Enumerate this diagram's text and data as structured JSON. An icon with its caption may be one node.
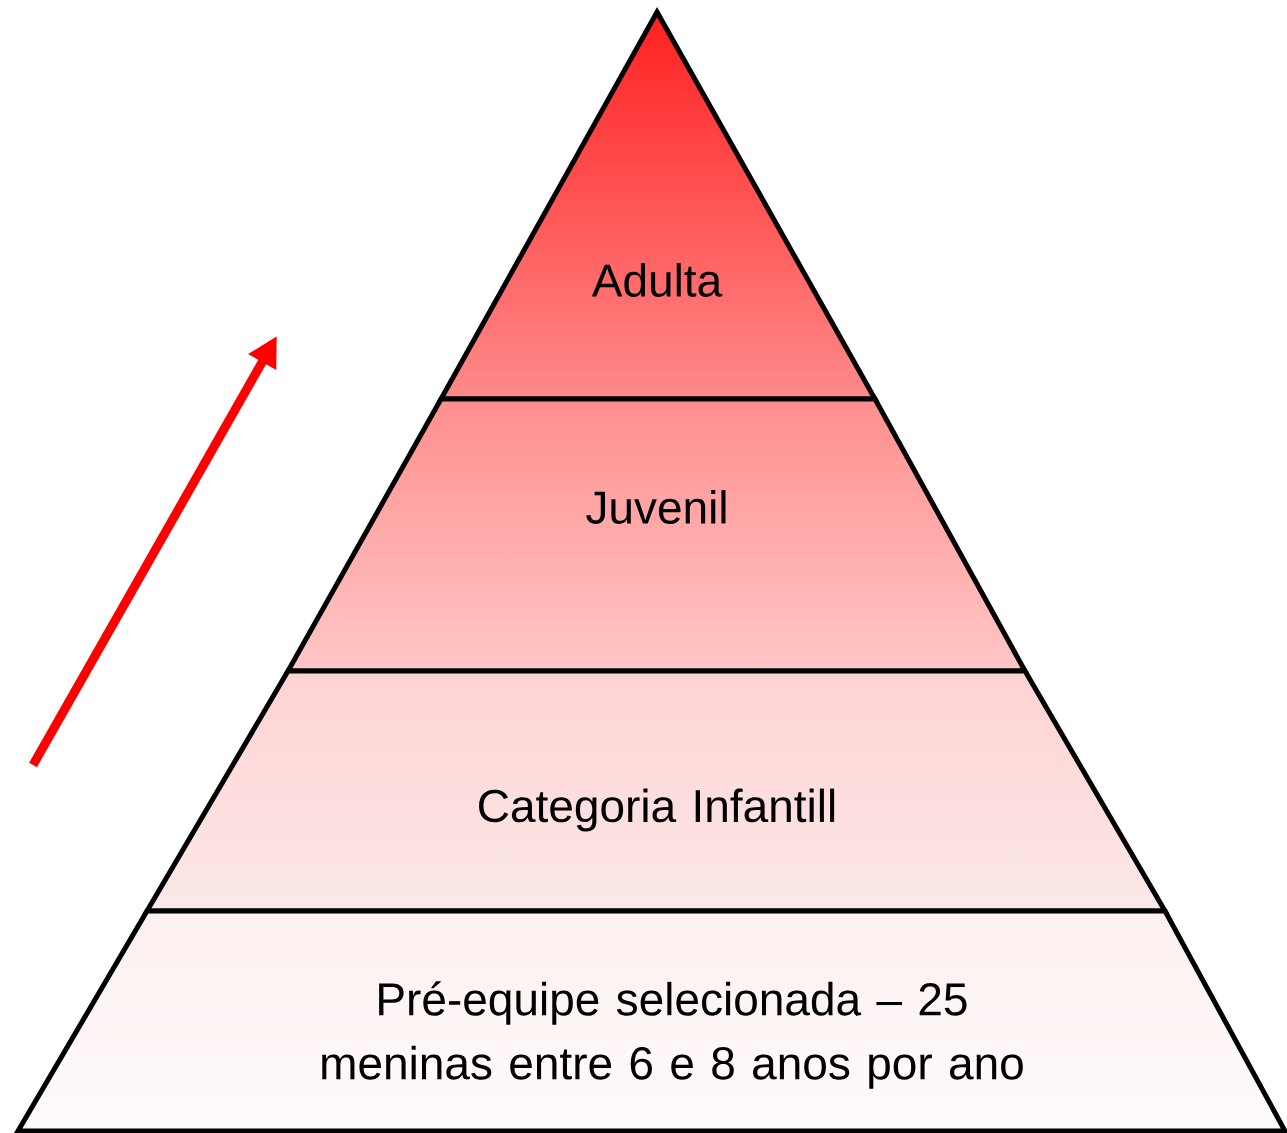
{
  "diagram": {
    "nodes": [
      {
        "text": [
          "Adulta"
        ]
      },
      {
        "text": [
          "Juvenil"
        ]
      },
      {
        "text": [
          "Categoria Infantill"
        ]
      },
      {
        "text": [
          "Pré-equipe  selecionada –  25 meninas entre 6 e 8 anos por ano"
        ]
      }
    ]
  }
}
